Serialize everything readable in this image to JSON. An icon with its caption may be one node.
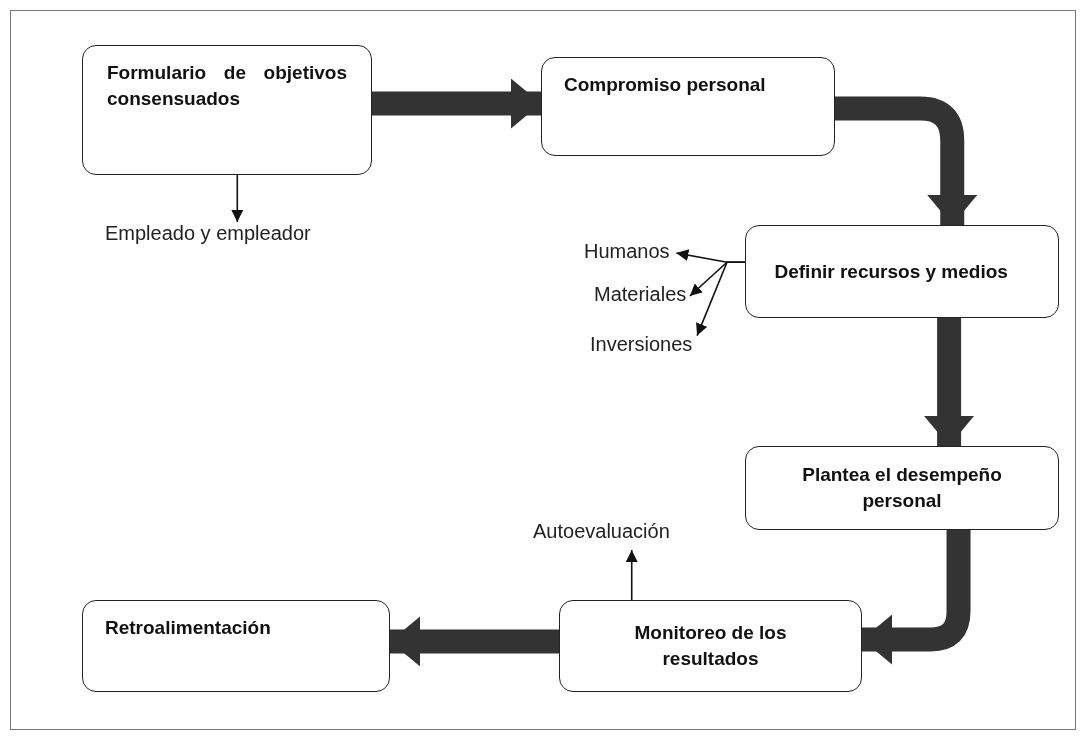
{
  "diagram": {
    "nodes": [
      {
        "text": [
          "Formulario de objetivos consensuados"
        ]
      },
      {
        "text": [
          "Compromiso personal"
        ]
      },
      {
        "text": [
          "Definir recursos y medios"
        ]
      },
      {
        "text": [
          "Plantea el desempeño personal"
        ]
      },
      {
        "text": [
          "Monitoreo de los resultados"
        ]
      },
      {
        "text": [
          "Retroalimentación"
        ]
      },
      {
        "text": [
          "Empleado y empleador"
        ]
      },
      {
        "text": [
          "Humanos"
        ]
      },
      {
        "text": [
          "Materiales"
        ]
      },
      {
        "text": [
          "Inversiones"
        ]
      },
      {
        "text": [
          "Autoevaluación"
        ]
      }
    ],
    "edges": [
      {
        "from": 0,
        "to": 1,
        "arrow": "to",
        "style": "thick"
      },
      {
        "from": 1,
        "to": 2,
        "arrow": "to",
        "style": "thick"
      },
      {
        "from": 2,
        "to": 3,
        "arrow": "to",
        "style": "thick"
      },
      {
        "from": 3,
        "to": 4,
        "arrow": "to",
        "style": "thick"
      },
      {
        "from": 4,
        "to": 5,
        "arrow": "to",
        "style": "thick"
      },
      {
        "from": 0,
        "to": 6,
        "arrow": "to"
      },
      {
        "from": 2,
        "to": 7,
        "arrow": "to"
      },
      {
        "from": 2,
        "to": 8,
        "arrow": "to"
      },
      {
        "from": 2,
        "to": 9,
        "arrow": "to"
      },
      {
        "from": 4,
        "to": 10,
        "arrow": "to"
      }
    ]
  }
}
